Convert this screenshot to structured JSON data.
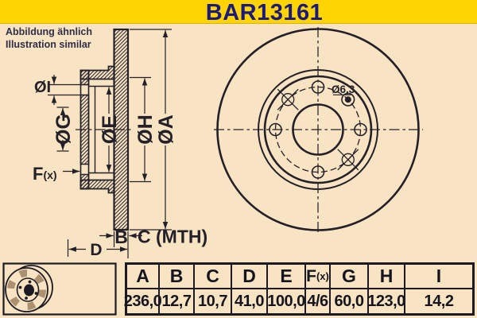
{
  "header": {
    "title": "BAR13161",
    "note_line1": "Abbildung ähnlich",
    "note_line2": "Illustration similar"
  },
  "drawing": {
    "dim_i": "ØI",
    "dim_g": "ØG",
    "dim_e": "ØE",
    "dim_h": "ØH",
    "dim_a": "ØA",
    "dim_f": "F",
    "dim_f_sub": "(x)",
    "dim_b": "B",
    "dim_c": "C (MTH)",
    "dim_d": "D",
    "hole_dia": "Ø6,3"
  },
  "colors": {
    "accent_yellow": "#FFD400",
    "background_cream": "#F8E3C2",
    "title_navy": "#1A1A7E",
    "line_dark": "#232029",
    "icon_tan": "#AB9170"
  },
  "table": {
    "columns": [
      {
        "label": "A",
        "value": "236,0"
      },
      {
        "label": "B",
        "value": "12,7"
      },
      {
        "label": "C",
        "value": "10,7"
      },
      {
        "label": "D",
        "value": "41,0"
      },
      {
        "label": "E",
        "value": "100,0"
      },
      {
        "label": "F",
        "label_sub": "(x)",
        "value": "4/6"
      },
      {
        "label": "G",
        "value": "60,0"
      },
      {
        "label": "H",
        "value": "123,0"
      },
      {
        "label": "I",
        "value": "14,2"
      }
    ]
  }
}
